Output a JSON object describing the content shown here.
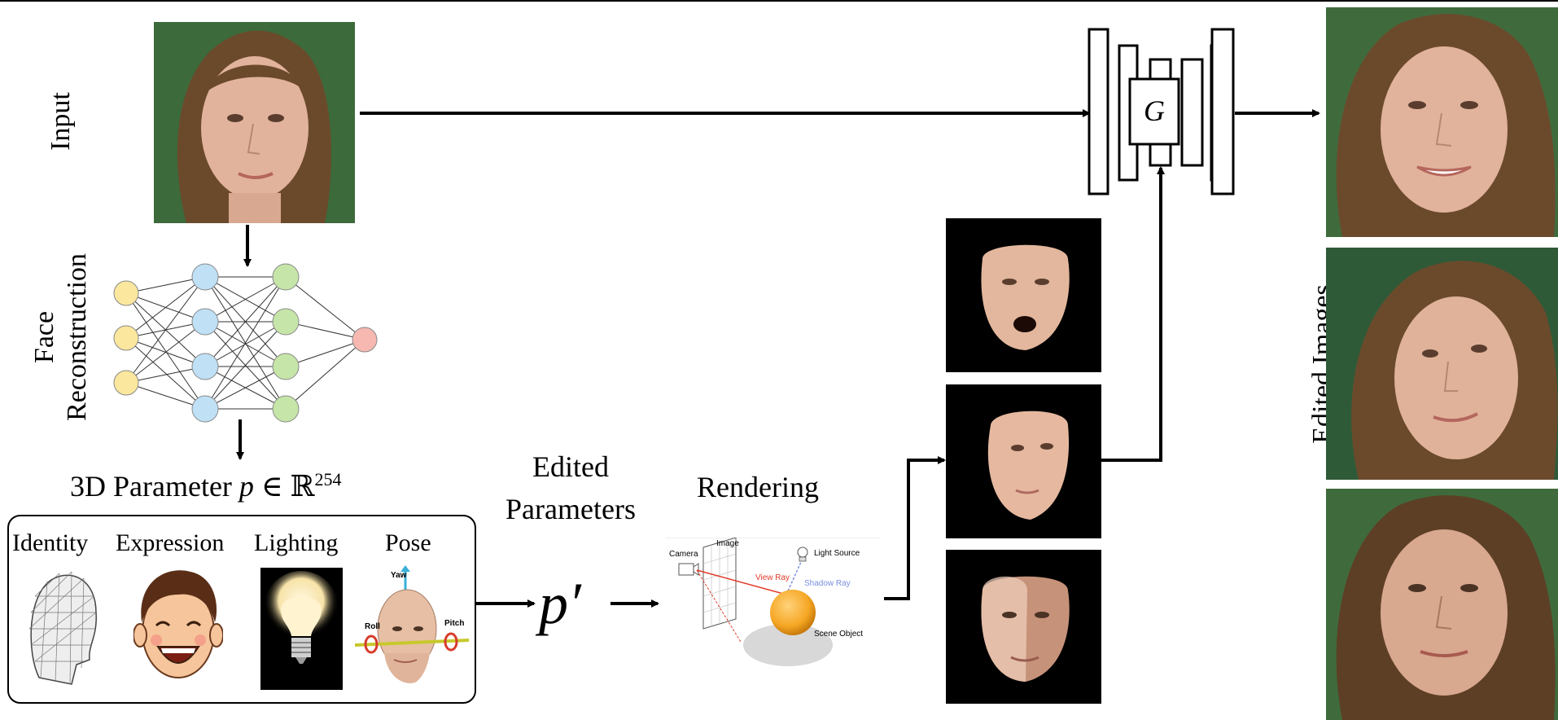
{
  "labels": {
    "input": "Input",
    "face_reconstruction_line1": "Face",
    "face_reconstruction_line2": "Reconstruction",
    "parameter_prefix": "3D Parameter ",
    "parameter_var": "p",
    "parameter_in": " ∈ ℝ",
    "parameter_exp": "254",
    "edited_line1": "Edited",
    "edited_line2": "Parameters",
    "p_prime": "p′",
    "rendering": "Rendering",
    "generator": "G",
    "edited_images": "Edited Images"
  },
  "param_categories": [
    "Identity",
    "Expression",
    "Lighting",
    "Pose"
  ],
  "pose_axes": {
    "yaw": "Yaw",
    "roll": "Roll",
    "pitch": "Pitch"
  },
  "render_diagram": {
    "camera": "Camera",
    "image": "Image",
    "light_source": "Light Source",
    "view_ray": "View Ray",
    "shadow_ray": "Shadow Ray",
    "scene_object": "Scene Object"
  },
  "colors": {
    "nn_input": "#fbe79e",
    "nn_hidden1": "#bfe0f5",
    "nn_hidden2": "#c6e5a8",
    "nn_output": "#f6b8b1",
    "green_bg": "#3f6b3c",
    "view_ray": "#e23a2a",
    "shadow_ray": "#7a8ee0",
    "sphere": "#f5a623"
  }
}
